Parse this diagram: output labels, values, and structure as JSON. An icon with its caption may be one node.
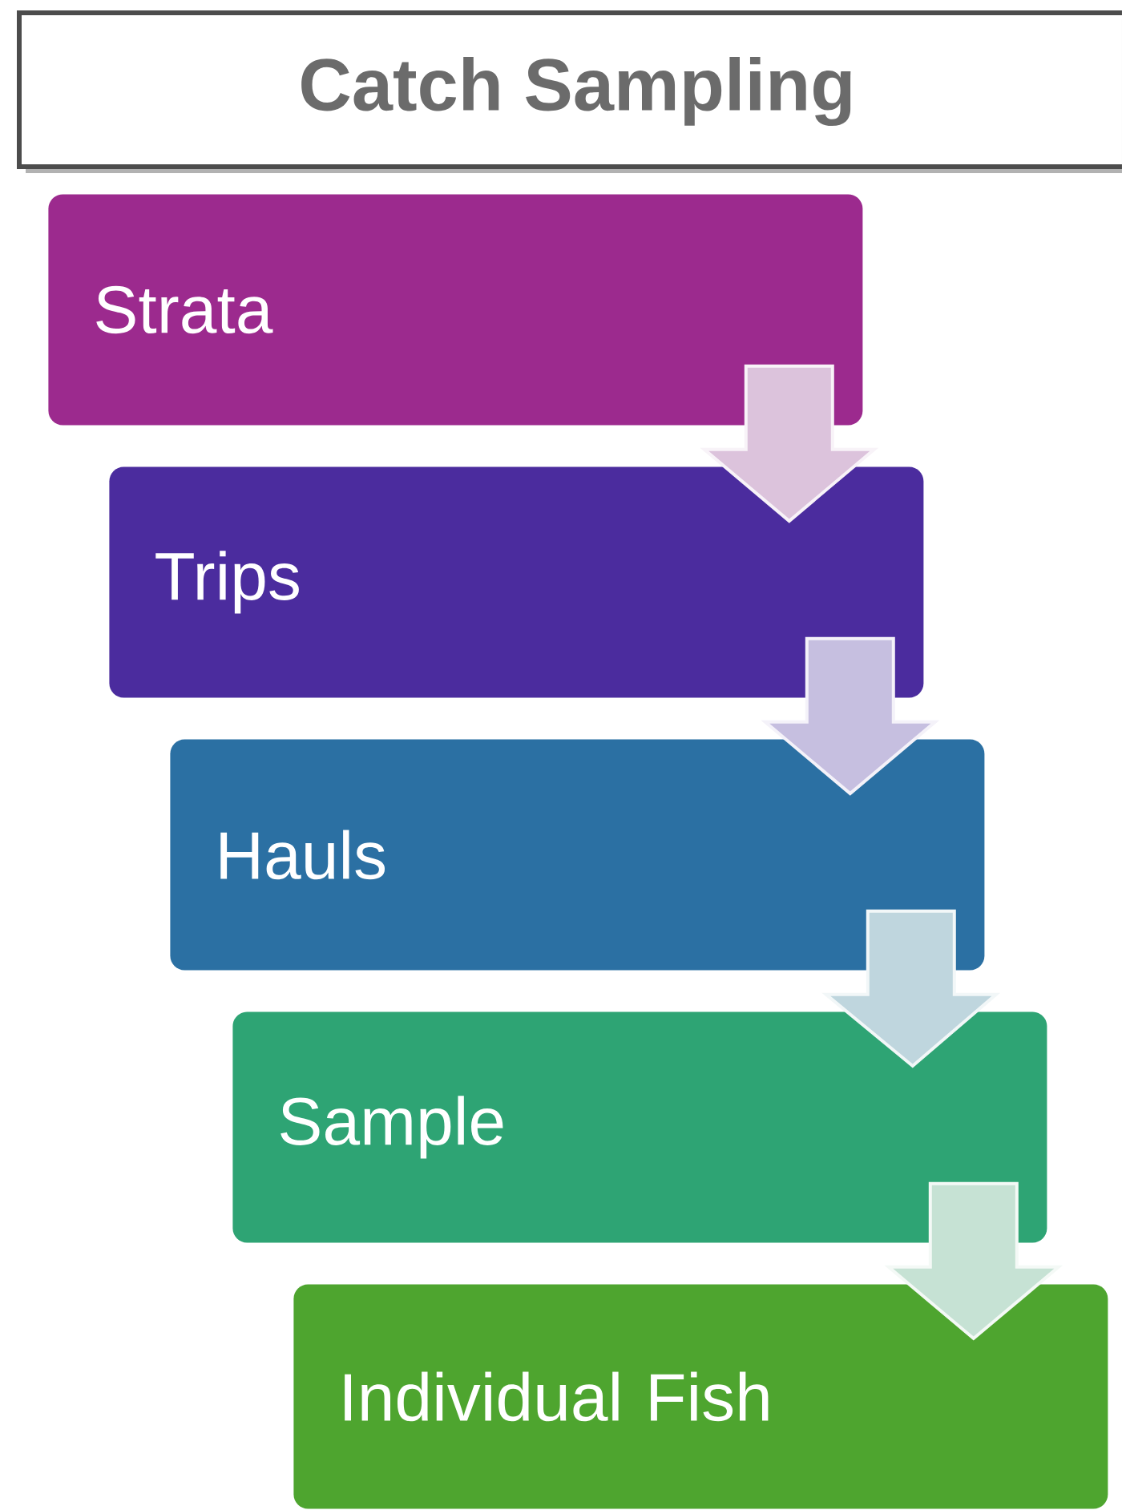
{
  "diagram": {
    "title": "Catch Sampling",
    "nodes": [
      {
        "text": [
          "Strata"
        ]
      },
      {
        "text": [
          "Trips"
        ]
      },
      {
        "text": [
          "Hauls"
        ]
      },
      {
        "text": [
          "Sample"
        ]
      },
      {
        "text": [
          "Individual Fish"
        ]
      }
    ],
    "edges": [
      {
        "from": 0,
        "to": 1,
        "arrow": "to",
        "color": "#dcc3dc"
      },
      {
        "from": 1,
        "to": 2,
        "arrow": "to",
        "color": "#c6bfe0"
      },
      {
        "from": 2,
        "to": 3,
        "arrow": "to",
        "color": "#bfd6de"
      },
      {
        "from": 3,
        "to": 4,
        "arrow": "to",
        "color": "#c6e2d4"
      }
    ]
  }
}
